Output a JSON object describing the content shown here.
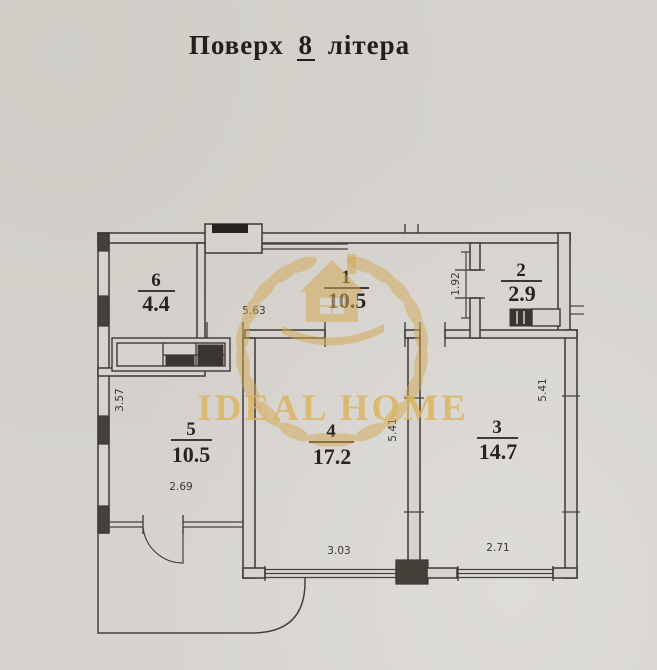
{
  "title": {
    "prefix": "Поверх",
    "floor_number": "8",
    "suffix": "літера"
  },
  "watermark": {
    "brand": "IDEAL HOME",
    "gold_color": "#d2a855"
  },
  "rooms": [
    {
      "number": "1",
      "area": "10.5"
    },
    {
      "number": "2",
      "area": "2.9"
    },
    {
      "number": "3",
      "area": "14.7"
    },
    {
      "number": "4",
      "area": "17.2"
    },
    {
      "number": "5",
      "area": "10.5"
    },
    {
      "number": "6",
      "area": "4.4"
    }
  ],
  "dimensions": {
    "hall_width": "5.63",
    "room2_depth": "1.92",
    "room5_left_side": "3.57",
    "room4_depth": "5.41",
    "room3_depth": "5.41",
    "room5_width": "2.69",
    "room4_width": "3.03",
    "room3_width": "2.71"
  },
  "colors": {
    "paper": "#d6d3ce",
    "ink": "#3b3833",
    "label_ink": "#26241f"
  }
}
